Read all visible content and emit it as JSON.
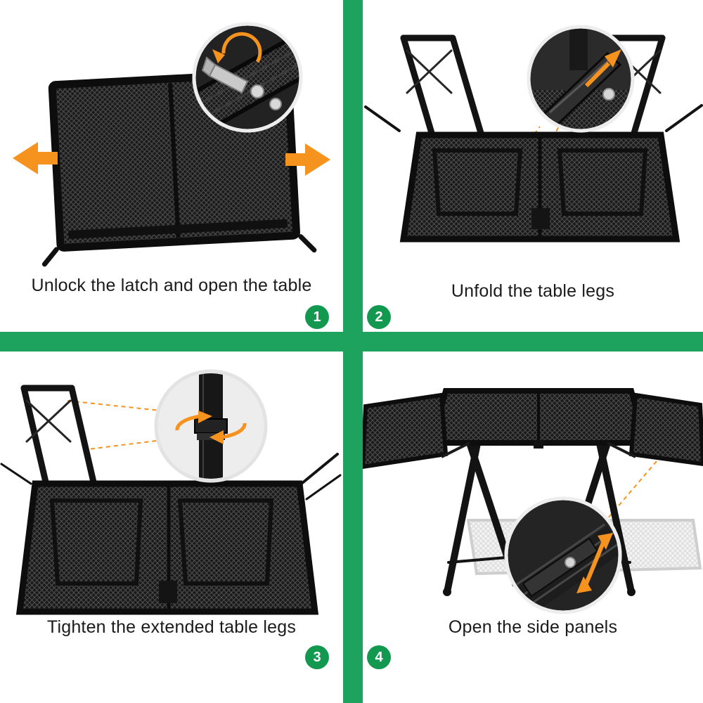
{
  "page": {
    "background_color": "#ffffff",
    "divider_color": "#1ea35e",
    "accent_orange": "#f6921e",
    "badge_color": "#13994f",
    "badge_text_color": "#ffffff",
    "caption_color": "#1b1b1b"
  },
  "steps": [
    {
      "number": "1",
      "caption": "Unlock the latch and open the table",
      "illustration": "folded-table-top-view",
      "icons": [
        "expand-left-arrow-icon",
        "expand-right-arrow-icon",
        "latch-detail-magnifier-circle",
        "latch-rotate-arrow-icon"
      ]
    },
    {
      "number": "2",
      "caption": "Unfold the table legs",
      "illustration": "inverted-table-legs-unfolding",
      "icons": [
        "leg-bracket-detail-magnifier-circle",
        "unfold-up-arrow-icon"
      ]
    },
    {
      "number": "3",
      "caption": "Tighten the extended table legs",
      "illustration": "inverted-table-legs-extended",
      "icons": [
        "leg-twist-lock-detail-magnifier-circle",
        "twist-rotation-arrows-icon"
      ]
    },
    {
      "number": "4",
      "caption": "Open the side panels",
      "illustration": "assembled-table-with-side-panels",
      "icons": [
        "panel-bracket-detail-magnifier-circle",
        "panel-extend-double-arrow-icon"
      ]
    }
  ]
}
